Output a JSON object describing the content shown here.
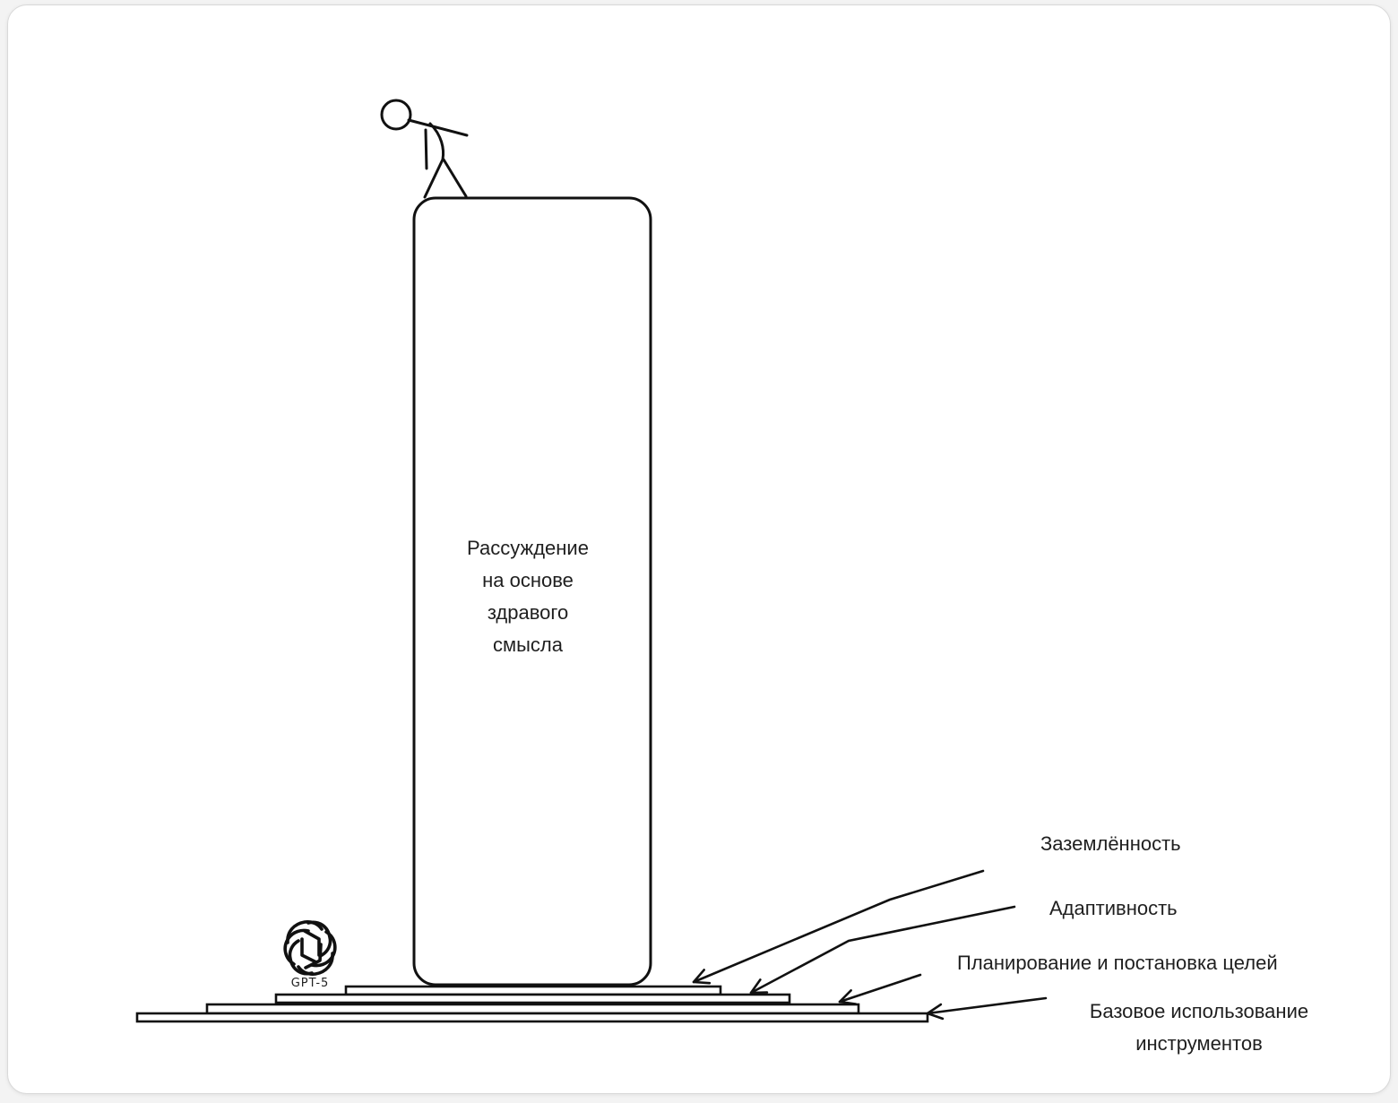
{
  "pillar": {
    "lines": [
      "Рассуждение",
      "на основе",
      "здравого",
      "смысла"
    ]
  },
  "layers": [
    {
      "label": "Заземлённость"
    },
    {
      "label": "Адаптивность"
    },
    {
      "label": "Планирование и постановка целей"
    },
    {
      "label_lines": [
        "Базовое использование",
        "инструментов"
      ]
    }
  ],
  "logo": {
    "icon": "openai-knot-icon",
    "label": "GPT-5"
  }
}
